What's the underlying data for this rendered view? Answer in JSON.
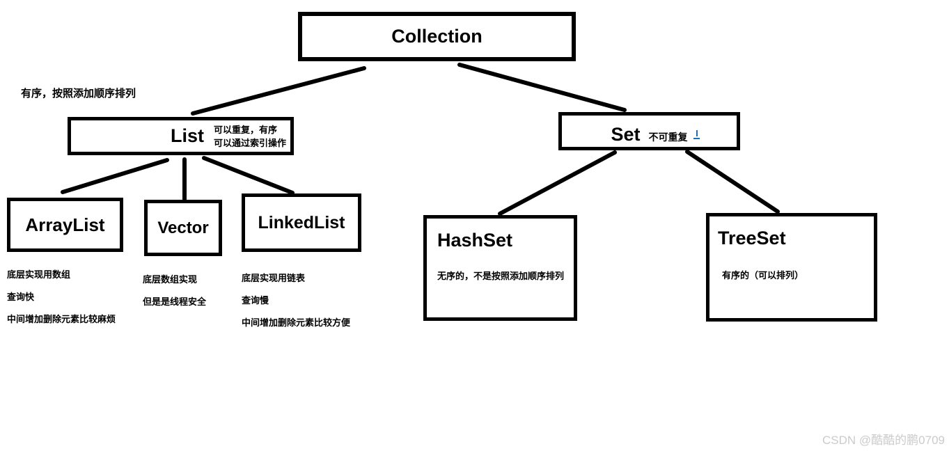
{
  "page": {
    "background": "#ffffff",
    "line_color": "#000000"
  },
  "nodes": {
    "collection": {
      "label": "Collection"
    },
    "list": {
      "label": "List",
      "note_line1": "可以重复，有序",
      "note_line2": "可以通过索引操作"
    },
    "set": {
      "label": "Set",
      "note": "不可重复"
    },
    "arraylist": {
      "label": "ArrayList"
    },
    "vector": {
      "label": "Vector"
    },
    "linkedlist": {
      "label": "LinkedList"
    },
    "hashset": {
      "label": "HashSet",
      "note": "无序的，不是按照添加顺序排列"
    },
    "treeset": {
      "label": "TreeSet",
      "note": "有序的（可以排列）"
    }
  },
  "annotations": {
    "top_left": "有序，按照添加顺序排列",
    "arraylist_notes": [
      "底层实现用数组",
      "查询快",
      "中间增加删除元素比较麻烦"
    ],
    "vector_notes": [
      "底层数组实现",
      "但是是线程安全"
    ],
    "linkedlist_notes": [
      "底层实现用链表",
      "查询慢",
      "中间增加删除元素比较方便"
    ]
  },
  "watermark": {
    "text": "CSDN @酷酷的鹏0709",
    "color": "#cbcbcb"
  }
}
